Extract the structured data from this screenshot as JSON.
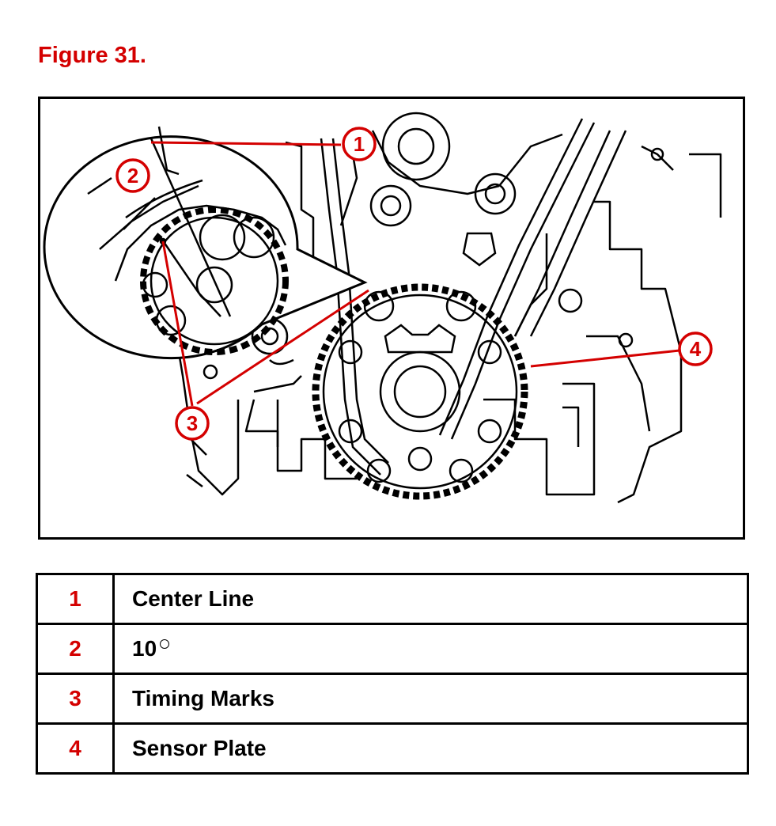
{
  "figure": {
    "title": "Figure 31.",
    "accent_color": "#d40000"
  },
  "diagram": {
    "line_color": "#000000",
    "callout_color": "#d40000",
    "callouts": [
      {
        "number": "1",
        "meaning": "Center Line"
      },
      {
        "number": "2",
        "meaning": "10°"
      },
      {
        "number": "3",
        "meaning": "Timing Marks"
      },
      {
        "number": "4",
        "meaning": "Sensor Plate"
      }
    ]
  },
  "legend": {
    "rows": [
      {
        "number": "1",
        "label": "Center Line"
      },
      {
        "number": "2",
        "label": "10",
        "degree_symbol": true
      },
      {
        "number": "3",
        "label": "Timing Marks"
      },
      {
        "number": "4",
        "label": "Sensor Plate"
      }
    ]
  }
}
